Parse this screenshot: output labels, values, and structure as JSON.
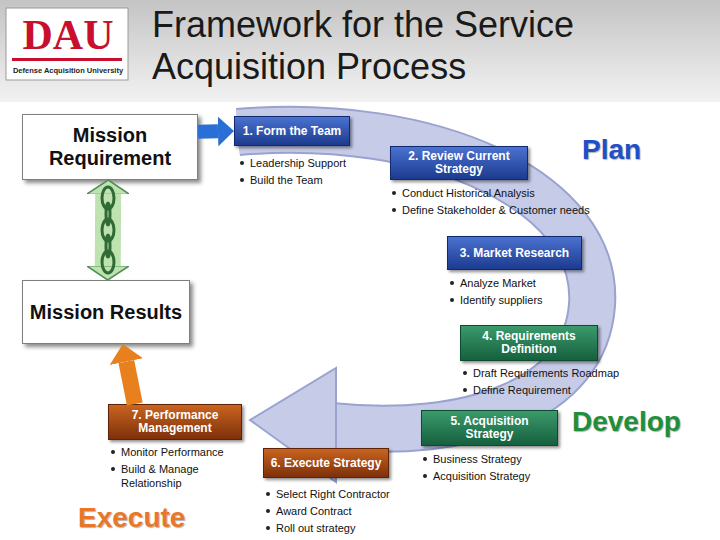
{
  "diagram": {
    "title": "Framework for the Service Acquisition Process",
    "nodes": [
      {
        "text": [
          "Mission Requirement"
        ]
      },
      {
        "text": [
          "Mission Results"
        ]
      },
      {
        "text": [
          "1. Form the Team"
        ]
      },
      {
        "text": [
          "2. Review Current Strategy"
        ]
      },
      {
        "text": [
          "3. Market Research"
        ]
      },
      {
        "text": [
          "4. Requirements Definition"
        ]
      },
      {
        "text": [
          "5. Acquisition Strategy"
        ]
      },
      {
        "text": [
          "6. Execute Strategy"
        ]
      },
      {
        "text": [
          "7. Performance Management"
        ]
      }
    ],
    "edges": [
      {
        "from": 0,
        "to": 2,
        "arrow": "to"
      },
      {
        "from": 0,
        "to": 1,
        "arrow": "both"
      },
      {
        "from": 8,
        "to": 1,
        "arrow": "to"
      }
    ],
    "labels": [
      "DAU",
      "Defense Acquisition University",
      "Plan",
      "Develop",
      "Execute",
      "Leadership Support",
      "Build the Team",
      "Conduct Historical Analysis",
      "Define Stakeholder & Customer needs",
      "Analyze Market",
      "Identify suppliers",
      "Draft Requirements Roadmap",
      "Define Requirement",
      "Business Strategy",
      "Acquisition Strategy",
      "Select Right Contractor",
      "Award Contract",
      "Roll out strategy",
      "Monitor Performance",
      "Build & Manage Relationship"
    ]
  }
}
